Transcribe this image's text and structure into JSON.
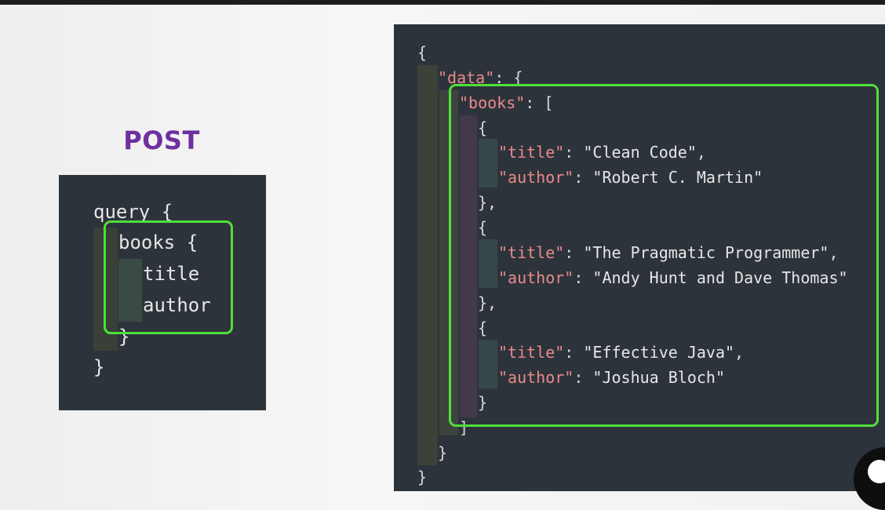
{
  "method": "POST",
  "query": {
    "lines": [
      "query {",
      "books {",
      "title",
      "author",
      "}",
      "}"
    ]
  },
  "response": {
    "open_brace": "{",
    "data_key": "\"data\"",
    "data_open": ": {",
    "books_key": "\"books\"",
    "books_open": ": [",
    "obj_open": "{",
    "title_key": "\"title\"",
    "author_key": "\"author\"",
    "books": [
      {
        "title": "\"Clean Code\"",
        "author": "\"Robert C. Martin\""
      },
      {
        "title": "\"The Pragmatic Programmer\"",
        "author": "\"Andy Hunt and Dave Thomas\""
      },
      {
        "title": "\"Effective Java\"",
        "author": "\"Joshua Bloch\""
      }
    ],
    "sep_colon": ": ",
    "comma": ",",
    "obj_close_comma": "},",
    "obj_close": "}",
    "books_close": "]",
    "data_close": "}",
    "close_brace": "}"
  },
  "colors": {
    "method": "#6e2fa0",
    "panel_bg": "#2d333b",
    "json_key": "#e98a8a",
    "highlight": "#4fe03a"
  }
}
